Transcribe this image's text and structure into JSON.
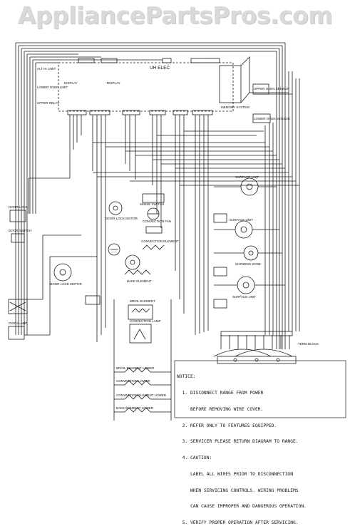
{
  "watermark": "AppliancePartsPros.com",
  "board": {
    "title": "UH ELEC",
    "labels": [
      "ALT HI LIMIT",
      "LOWER OVEN LIMIT",
      "UPPER RELAY"
    ]
  },
  "components": {
    "upper_displays": [
      "DISPLAY",
      "DISPLAY",
      "MEMORY SYSTEM"
    ],
    "right_labels": [
      "UPPER OVEN SENSOR",
      "LOWER OVEN SENSOR"
    ],
    "center_labels": [
      "SENSE SWITCH",
      "DOOR LOCK MOTOR",
      "CONVECTION FAN",
      "CONVECTION ELEMENT",
      "BAKE ELEMENT",
      "BROIL ELEMENT",
      "CONVECTION LAMP"
    ],
    "left_labels": [
      "DOOR LOCK",
      "DOOR SWITCH",
      "DOOR LOCK MOTOR",
      "OVEN LAMP"
    ],
    "right_elements": [
      "SURFACE UNIT",
      "SURFACE UNIT",
      "WARMING ZONE",
      "SURFACE UNIT"
    ],
    "bottom_labels": [
      "BROIL ELEMENT LOWER",
      "CONVECTION LOWER",
      "CONVECTION ELEMENT LOWER",
      "BAKE ELEMENT LOWER"
    ],
    "terminal_block": "TERM BLOCK"
  },
  "notice": {
    "title": "NOTICE:",
    "lines": [
      "  1. DISCONNECT RANGE FROM POWER",
      "     BEFORE REMOVING WIRE COVER.",
      "  2. REFER ONLY TO FEATURES EQUIPPED.",
      "  3. SERVICER PLEASE RETURN DIAGRAM TO RANGE.",
      "  4. CAUTION:",
      "     LABEL ALL WIRES PRIOR TO DISCONNECTION",
      "     WHEN SERVICING CONTROLS. WIRING PROBLEMS",
      "     CAN CAUSE IMPROPER AND DANGEROUS OPERATION.",
      "  5. VERIFY PROPER OPERATION AFTER SERVICING."
    ]
  }
}
